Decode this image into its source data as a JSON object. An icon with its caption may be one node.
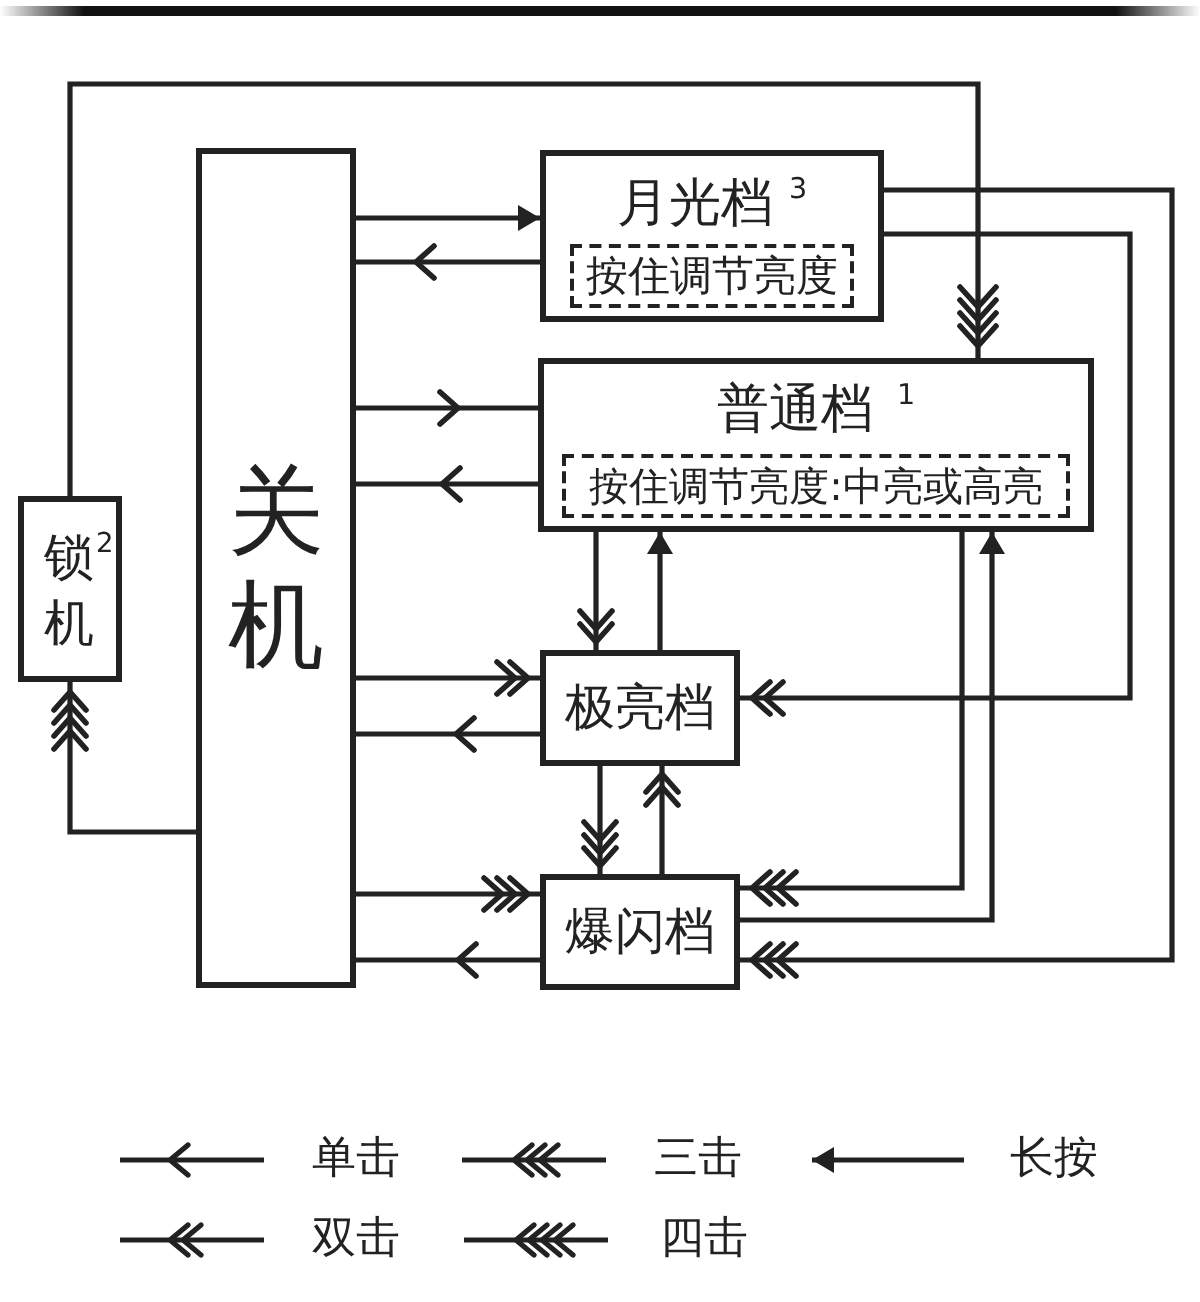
{
  "diagram": {
    "nodes": [
      {
        "text": [
          "锁$^{2}$机"
        ]
      },
      {
        "text": [
          "关机"
        ]
      },
      {
        "text": [
          "月光档$^{3}$"
        ]
      },
      {
        "text": [
          "按住调节亮度"
        ],
        "in": 2
      },
      {
        "text": [
          "普通档$^{1}$"
        ]
      },
      {
        "text": [
          "按住调节亮度:中亮或高亮"
        ],
        "in": 4
      },
      {
        "text": [
          "极亮档"
        ]
      },
      {
        "text": [
          "爆闪档"
        ]
      }
    ],
    "edges": [
      {
        "from": 1,
        "to": 0,
        "arrow": "to"
      },
      {
        "from": 0,
        "to": 4,
        "arrow": "to"
      },
      {
        "from": 1,
        "to": 2,
        "arrow": "to"
      },
      {
        "from": 2,
        "to": 1,
        "arrow": "to"
      },
      {
        "from": 1,
        "to": 4,
        "arrow": "to"
      },
      {
        "from": 4,
        "to": 1,
        "arrow": "to"
      },
      {
        "from": 1,
        "to": 6,
        "arrow": "to"
      },
      {
        "from": 6,
        "to": 1,
        "arrow": "to"
      },
      {
        "from": 1,
        "to": 7,
        "arrow": "to"
      },
      {
        "from": 7,
        "to": 1,
        "arrow": "to"
      },
      {
        "from": 2,
        "to": 6,
        "arrow": "to"
      },
      {
        "from": 2,
        "to": 7,
        "arrow": "to"
      },
      {
        "from": 4,
        "to": 6,
        "arrow": "to"
      },
      {
        "from": 6,
        "to": 4,
        "arrow": "to"
      },
      {
        "from": 6,
        "to": 7,
        "arrow": "to"
      },
      {
        "from": 7,
        "to": 6,
        "arrow": "to"
      },
      {
        "from": 4,
        "to": 7,
        "arrow": "to"
      },
      {
        "from": 7,
        "to": 4,
        "arrow": "to"
      }
    ],
    "legend": [
      {
        "text": "单击"
      },
      {
        "text": "三击"
      },
      {
        "text": "长按"
      },
      {
        "text": "双击"
      },
      {
        "text": "四击"
      }
    ]
  }
}
